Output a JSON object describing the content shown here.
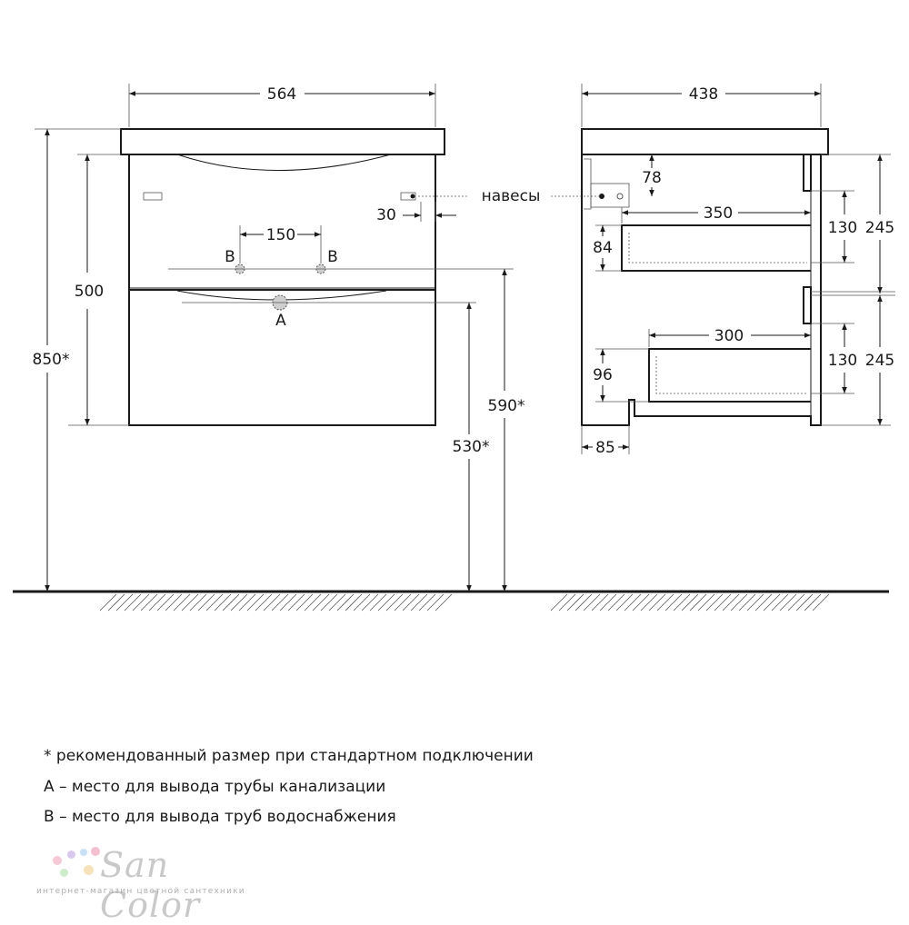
{
  "dimensions": {
    "front_width": "564",
    "side_depth": "438",
    "height_total": "850*",
    "body_height": "500",
    "pipe_spacing": "150",
    "hook_offset": "30",
    "hook_height": "78",
    "drawer_top_depth": "350",
    "drawer_top_height": "84",
    "drawer_gap_top": "130",
    "drawer_section_top": "245",
    "drawer_bottom_depth": "300",
    "drawer_bottom_height": "96",
    "drawer_gap_bottom": "130",
    "drawer_section_bottom": "245",
    "base_offset": "85",
    "drain_height": "530*",
    "supply_height": "590*"
  },
  "labels": {
    "hooks": "навесы",
    "point_a": "A",
    "point_b_left": "B",
    "point_b_right": "B"
  },
  "notes": [
    "* рекомендованный размер при стандартном подключении",
    "A – место для вывода трубы канализации",
    "B – место для вывода труб водоснабжения"
  ],
  "logo": {
    "name": "San Color",
    "tagline": "интернет-магазин цветной сантехники"
  },
  "colors": {
    "line": "#1a1a1a",
    "logo_gray": "#c9c9c9"
  }
}
